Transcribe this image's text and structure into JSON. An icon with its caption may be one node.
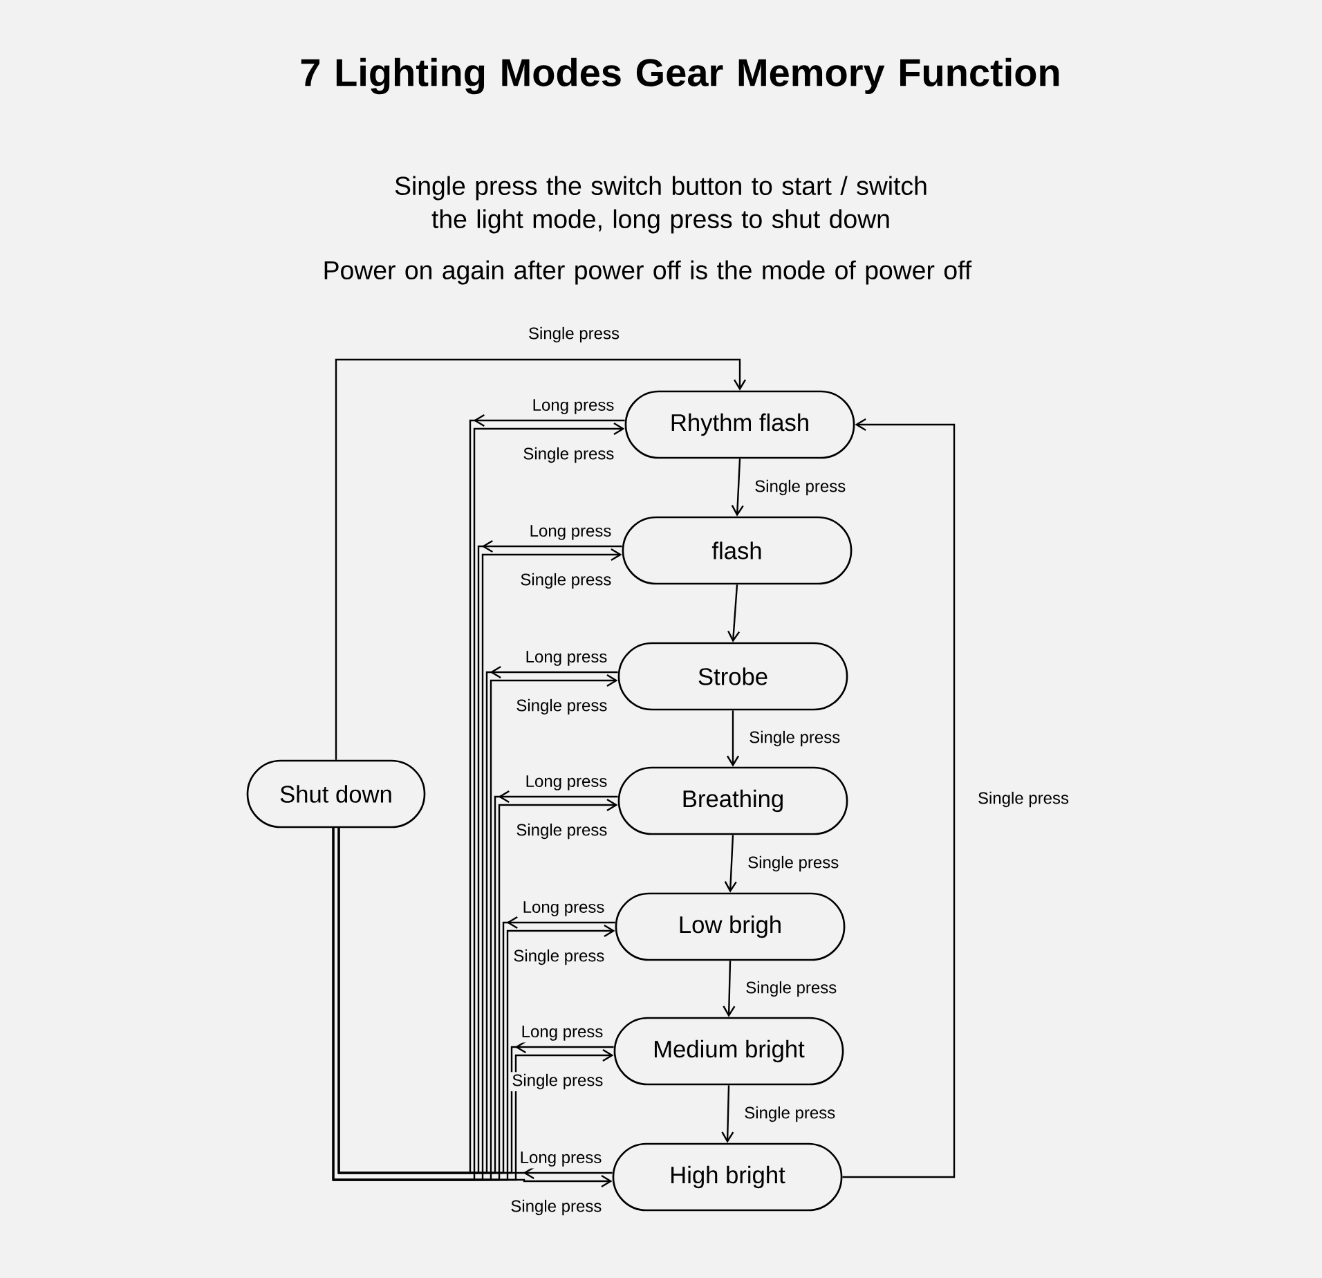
{
  "diagram": {
    "title": "7 Lighting Modes Gear Memory Function",
    "nodes": [
      {
        "text": [
          "Shut down"
        ]
      },
      {
        "text": [
          "Rhythm flash"
        ]
      },
      {
        "text": [
          "flash"
        ]
      },
      {
        "text": [
          "Strobe"
        ]
      },
      {
        "text": [
          "Breathing"
        ]
      },
      {
        "text": [
          "Low brigh"
        ]
      },
      {
        "text": [
          "Medium bright"
        ]
      },
      {
        "text": [
          "High bright"
        ]
      }
    ],
    "edges": [
      {
        "from": 0,
        "to": 1,
        "arrow": "to",
        "label": "Single press"
      },
      {
        "from": 1,
        "to": 0,
        "arrow": "to",
        "label": "Long press"
      },
      {
        "from": 0,
        "to": 1,
        "arrow": "to",
        "label": "Single press"
      },
      {
        "from": 2,
        "to": 0,
        "arrow": "to",
        "label": "Long press"
      },
      {
        "from": 0,
        "to": 2,
        "arrow": "to",
        "label": "Single press"
      },
      {
        "from": 3,
        "to": 0,
        "arrow": "to",
        "label": "Long press"
      },
      {
        "from": 0,
        "to": 3,
        "arrow": "to",
        "label": "Single press"
      },
      {
        "from": 4,
        "to": 0,
        "arrow": "to",
        "label": "Long press"
      },
      {
        "from": 0,
        "to": 4,
        "arrow": "to",
        "label": "Single press"
      },
      {
        "from": 5,
        "to": 0,
        "arrow": "to",
        "label": "Long press"
      },
      {
        "from": 0,
        "to": 5,
        "arrow": "to",
        "label": "Single press"
      },
      {
        "from": 6,
        "to": 0,
        "arrow": "to",
        "label": "Long press"
      },
      {
        "from": 0,
        "to": 6,
        "arrow": "to",
        "label": "Single press"
      },
      {
        "from": 7,
        "to": 0,
        "arrow": "to",
        "label": "Long press"
      },
      {
        "from": 0,
        "to": 7,
        "arrow": "to",
        "label": "Single press"
      },
      {
        "from": 1,
        "to": 2,
        "arrow": "to",
        "label": "Single press"
      },
      {
        "from": 2,
        "to": 3,
        "arrow": "to"
      },
      {
        "from": 3,
        "to": 4,
        "arrow": "to",
        "label": "Single press"
      },
      {
        "from": 4,
        "to": 5,
        "arrow": "to",
        "label": "Single press"
      },
      {
        "from": 5,
        "to": 6,
        "arrow": "to",
        "label": "Single press"
      },
      {
        "from": 6,
        "to": 7,
        "arrow": "to",
        "label": "Single press"
      },
      {
        "from": 7,
        "to": 1,
        "arrow": "to",
        "label": "Single press"
      }
    ],
    "labels": [
      "Single press the switch button to start / switch the light mode, long press to shut down",
      "Power on again after power off is the mode of power off"
    ]
  }
}
